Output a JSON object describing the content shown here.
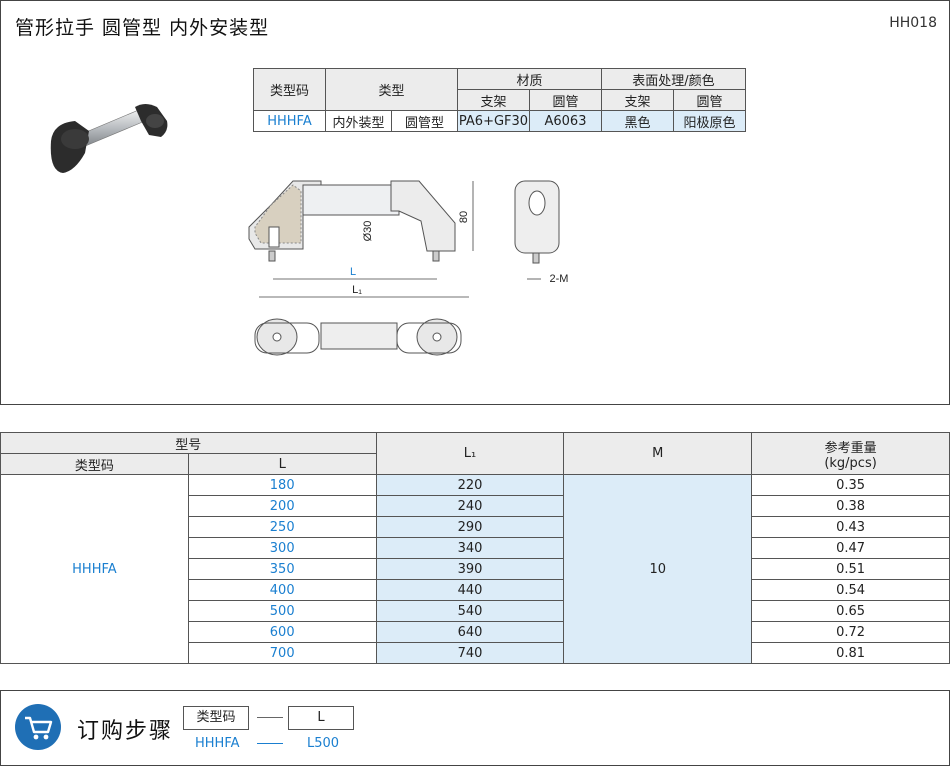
{
  "header": {
    "title": "管形拉手  圆管型  内外安装型",
    "code": "HH018"
  },
  "spec": {
    "h_type_code": "类型码",
    "h_type": "类型",
    "h_material": "材质",
    "h_surface": "表面处理/颜色",
    "h_bracket": "支架",
    "h_tube": "圆管",
    "row": {
      "type_code": "HHHFA",
      "type_a": "内外装型",
      "type_b": "圆管型",
      "mat_bracket": "PA6+GF30",
      "mat_tube": "A6063",
      "surf_bracket": "黑色",
      "surf_tube": "阳极原色"
    }
  },
  "drawing_labels": {
    "dia": "Ø30",
    "height": "80",
    "L": "L",
    "L1": "L₁",
    "m": "2-M"
  },
  "table": {
    "h_model": "型号",
    "h_type_code": "类型码",
    "h_L": "L",
    "h_L1": "L₁",
    "h_M": "M",
    "h_weight": "参考重量\n(kg/pcs)",
    "type_code": "HHHFA",
    "M": "10",
    "rows": [
      {
        "L": "180",
        "L1": "220",
        "w": "0.35"
      },
      {
        "L": "200",
        "L1": "240",
        "w": "0.38"
      },
      {
        "L": "250",
        "L1": "290",
        "w": "0.43"
      },
      {
        "L": "300",
        "L1": "340",
        "w": "0.47"
      },
      {
        "L": "350",
        "L1": "390",
        "w": "0.51"
      },
      {
        "L": "400",
        "L1": "440",
        "w": "0.54"
      },
      {
        "L": "500",
        "L1": "540",
        "w": "0.65"
      },
      {
        "L": "600",
        "L1": "640",
        "w": "0.72"
      },
      {
        "L": "700",
        "L1": "740",
        "w": "0.81"
      }
    ]
  },
  "order": {
    "title": "订购步骤",
    "box1": "类型码",
    "box2": "L",
    "ex1": "HHHFA",
    "ex2": "L500",
    "accent": "#1f6fb5"
  }
}
